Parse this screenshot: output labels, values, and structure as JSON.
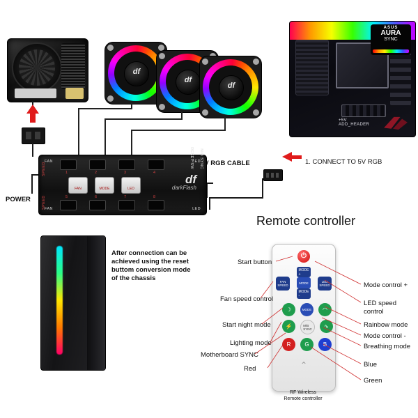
{
  "diagram": {
    "title_remote": "Remote controller",
    "labels": {
      "power": "POWER",
      "cable_5v": "5V RGB CABLE",
      "connect_5v": "1. CONNECT TO 5V RGB",
      "reset_note": "After connection can be\nachieved using the reset\nbuttom conversion mode\nof the chassis",
      "mobo_header": "+5V\nADD_HEADER"
    },
    "aura": {
      "brand": "ASUS",
      "line1": "AURA",
      "line2": "SYNC"
    },
    "hub": {
      "brand_mark": "df",
      "brand_name": "darkFlash",
      "port_top_left": "FAN",
      "port_top_right": "LED",
      "port_bottom_left": "FAN",
      "port_bottom_right": "LED",
      "side_left_top": "SPEED",
      "side_left_bottom": "SPEED",
      "side_right_top": "M/B SYNC",
      "side_right_bottom": "RESET SW",
      "top_port_numbers": [
        "1",
        "2",
        "3",
        "4"
      ],
      "bottom_port_numbers": [
        "5",
        "6",
        "7",
        "8"
      ],
      "buttons": [
        {
          "label": "FAN"
        },
        {
          "label": "MODE"
        },
        {
          "label": "LED"
        }
      ]
    },
    "remote": {
      "power": "⏻",
      "mode_plus": "MODE\n+",
      "mode_minus": "MODE\n-",
      "fan_speed": "FAN\nSPEED",
      "led_speed": "LED\nSPEED",
      "mode": "MODE",
      "mb_sync": "M/B\nSYNC",
      "color_r": "R",
      "color_g": "G",
      "color_b": "B",
      "wifi_caption": "RF Wireless\nRemote controller"
    },
    "callouts_left": [
      {
        "id": "start-button",
        "text": "Start button"
      },
      {
        "id": "fan-speed-control",
        "text": "Fan speed control"
      },
      {
        "id": "start-night-mode",
        "text": "Start night mode"
      },
      {
        "id": "lighting-mode",
        "text": "Lighting mode"
      },
      {
        "id": "motherboard-sync",
        "text": "Motherboard SYNC"
      },
      {
        "id": "red",
        "text": "Red"
      }
    ],
    "callouts_right": [
      {
        "id": "mode-control-plus",
        "text": "Mode control +"
      },
      {
        "id": "led-speed-control",
        "text": "LED speed control"
      },
      {
        "id": "rainbow-mode",
        "text": "Rainbow mode"
      },
      {
        "id": "mode-control-minus",
        "text": "Mode control -"
      },
      {
        "id": "breathing-mode",
        "text": "Breathing mode"
      },
      {
        "id": "blue",
        "text": "Blue"
      },
      {
        "id": "green",
        "text": "Green"
      }
    ],
    "colors": {
      "accent_red": "#e01b1b",
      "blue_button": "#1f3c8c",
      "green_button": "#1f9d4d",
      "red_button": "#d32020",
      "blue_rgb": "#1f3fd0",
      "background": "#ffffff"
    }
  }
}
